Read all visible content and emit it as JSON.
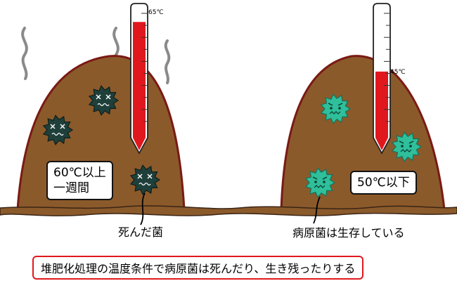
{
  "left_scene": {
    "thermometer_label": "65℃",
    "thermometer_level": 0.91,
    "condition_text": "60℃以上\n一週間",
    "microbe_state": "dead",
    "microbe_label": "死んだ菌"
  },
  "right_scene": {
    "thermometer_label": "45℃",
    "thermometer_level": 0.52,
    "condition_text": "50℃以下",
    "microbe_state": "alive",
    "microbe_label": "病原菌は生存している"
  },
  "caption": "堆肥化処理の温度条件で病原菌は死んだり、生き残ったりする",
  "colors": {
    "compost": "#8b5a2b",
    "compost_outline": "#7a1a14",
    "mercury": "#e0181e",
    "dead_microbe": "#1f3f3a",
    "alive_microbe": "#2fbf9a",
    "caption_border": "#e0181e",
    "steam": "#8a8a8a"
  },
  "icons": [
    "steam-icon",
    "thermometer-icon",
    "dead-microbe-icon",
    "pathogen-microbe-icon"
  ]
}
